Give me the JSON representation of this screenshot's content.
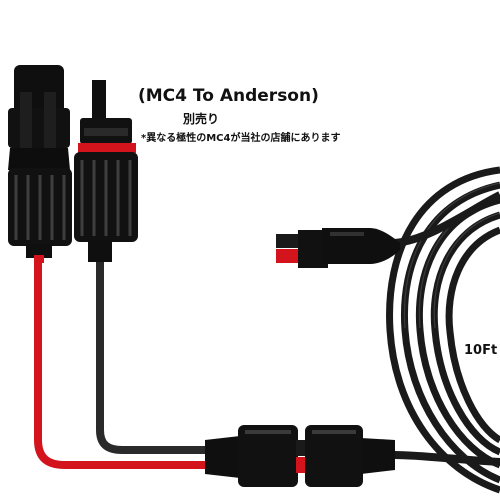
{
  "caption": {
    "title": "(MC4 To Anderson)",
    "subtitle": "別売り",
    "note": "*異なる極性のMC4が当社の店舗にあります"
  },
  "length_label": "10Ft",
  "colors": {
    "cable_black": "#1a1a1a",
    "cable_red": "#d3141c",
    "connector_body": "#0f0f0f",
    "highlight": "#5a5a5a",
    "background": "#ffffff"
  }
}
